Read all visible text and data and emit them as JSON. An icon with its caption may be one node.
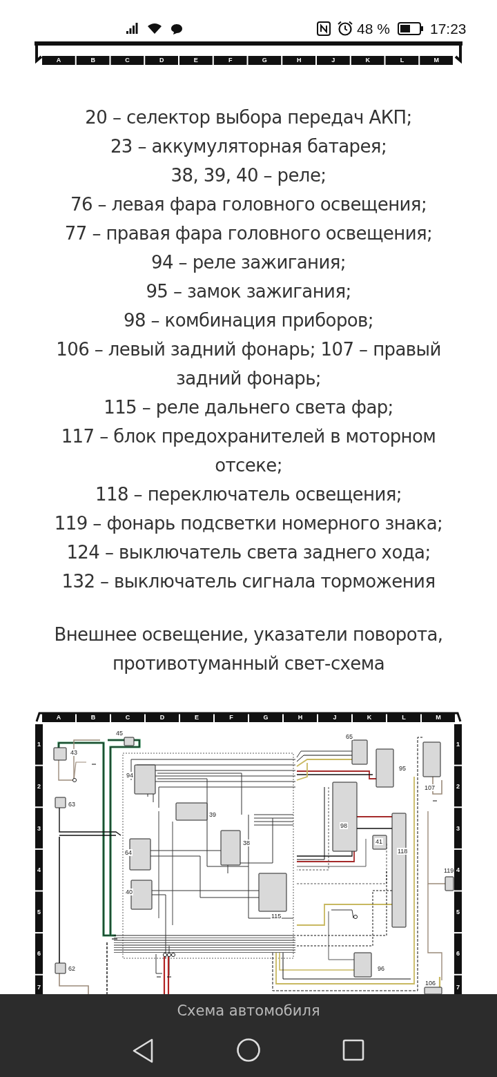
{
  "diagram": {
    "title": "Внешнее освещение, указатели поворота, противотуманный свет-схема",
    "caption": "Схема автомобиля",
    "labels": [
      "48 %",
      "17:23",
      "A",
      "B",
      "C",
      "D",
      "E",
      "F",
      "G",
      "H",
      "J",
      "K",
      "L",
      "M",
      "20 – селектор выбора передач АКП;",
      "23 – аккумуляторная батарея;",
      "38, 39, 40 – реле;",
      "76 – левая фара головного освещения;",
      "77 – правая фара головного освещения;",
      "94 – реле зажигания;",
      "95 – замок зажигания;",
      "98 – комбинация приборов;",
      "106 – левый задний фонарь; 107 – правый задний фонарь;",
      "115 – реле дальнего света фар;",
      "117 – блок предохранителей в моторном отсеке;",
      "118 – переключатель освещения;",
      "119 – фонарь подсветки номерного знака;",
      "124 – выключатель света заднего хода;",
      "132 – выключатель сигнала торможения",
      "A",
      "B",
      "C",
      "D",
      "E",
      "F",
      "G",
      "H",
      "J",
      "K",
      "L",
      "M",
      "1",
      "2",
      "3",
      "4",
      "5",
      "6",
      "7",
      "1",
      "2",
      "3",
      "4",
      "5",
      "6",
      "7",
      "45",
      "43",
      "65",
      "95",
      "94",
      "107",
      "63",
      "39",
      "98",
      "38",
      "41",
      "64",
      "118",
      "119",
      "40",
      "115",
      "62",
      "96",
      "106"
    ]
  }
}
